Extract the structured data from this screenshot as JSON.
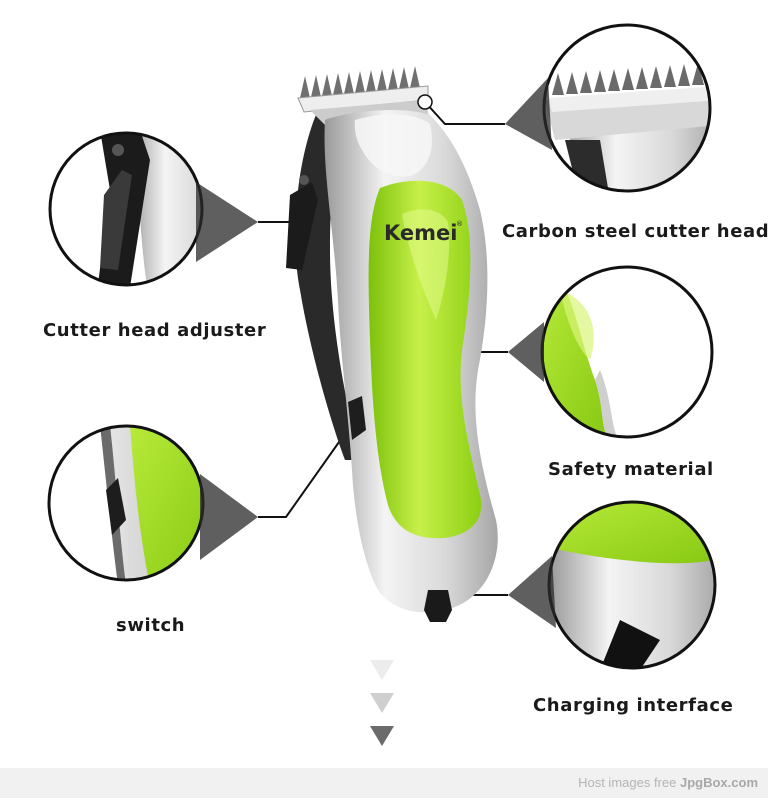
{
  "product": {
    "brand": "Kemei"
  },
  "callouts": [
    {
      "id": "carbon",
      "label": "Carbon steel cutter head"
    },
    {
      "id": "adjuster",
      "label": "Cutter head adjuster"
    },
    {
      "id": "safety",
      "label": "Safety material"
    },
    {
      "id": "switch",
      "label": "switch"
    },
    {
      "id": "charging",
      "label": "Charging interface"
    }
  ],
  "footer": {
    "prefix": "Host images free",
    "brand": "JpgBox.com"
  },
  "colors": {
    "accent_green": "#9cd81c",
    "body_silver": "#e2e2e2",
    "text": "#1a1a1a"
  },
  "icons": [
    "triangle-down-icon",
    "triangle-down-icon",
    "triangle-down-icon"
  ]
}
